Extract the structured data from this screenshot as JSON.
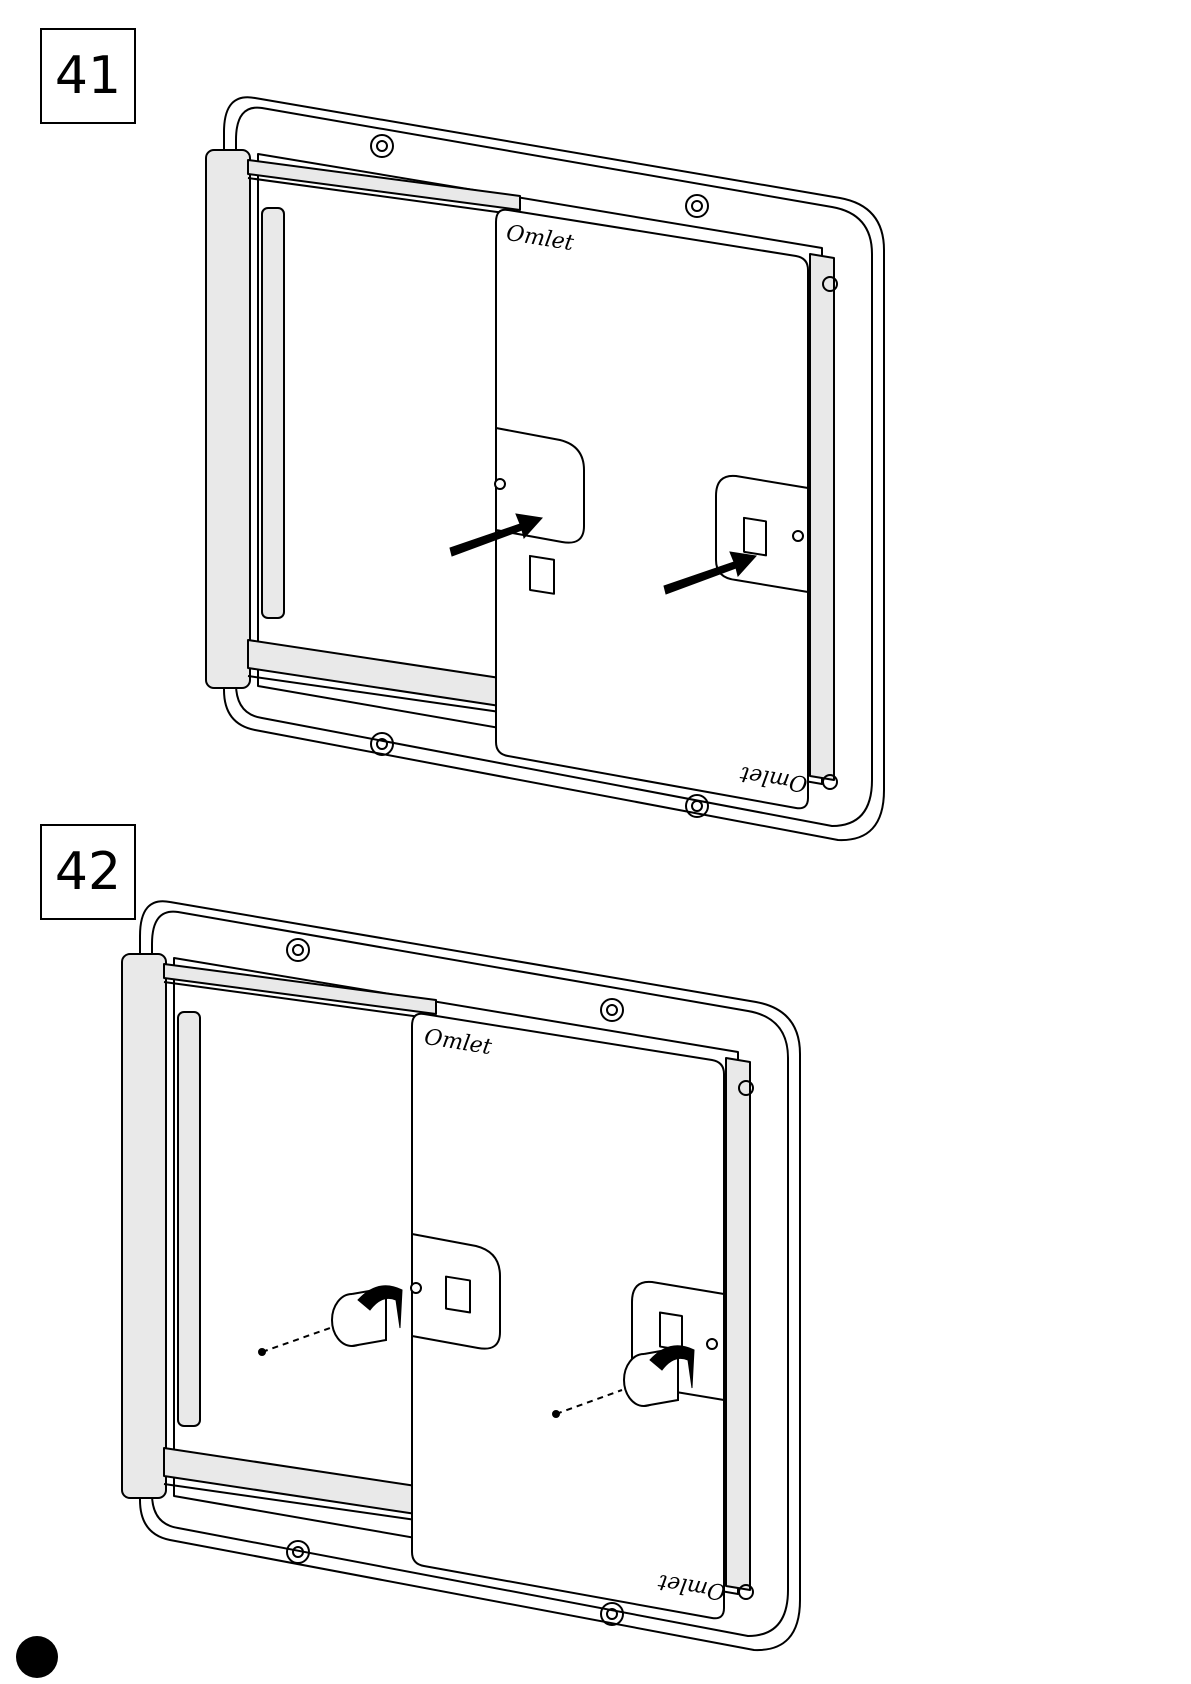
{
  "steps": [
    {
      "number": "41"
    },
    {
      "number": "42"
    }
  ],
  "panel": {
    "brand_top": "Omlet",
    "brand_bottom": "Omlet"
  },
  "colors": {
    "line": "#000000",
    "fill_light": "#e9e9e9",
    "background": "#ffffff"
  },
  "icons": {
    "push_arrow": "arrow-icon",
    "rotate_arrow": "rotate-arrow-icon",
    "page_marker": "page-dot-icon"
  }
}
